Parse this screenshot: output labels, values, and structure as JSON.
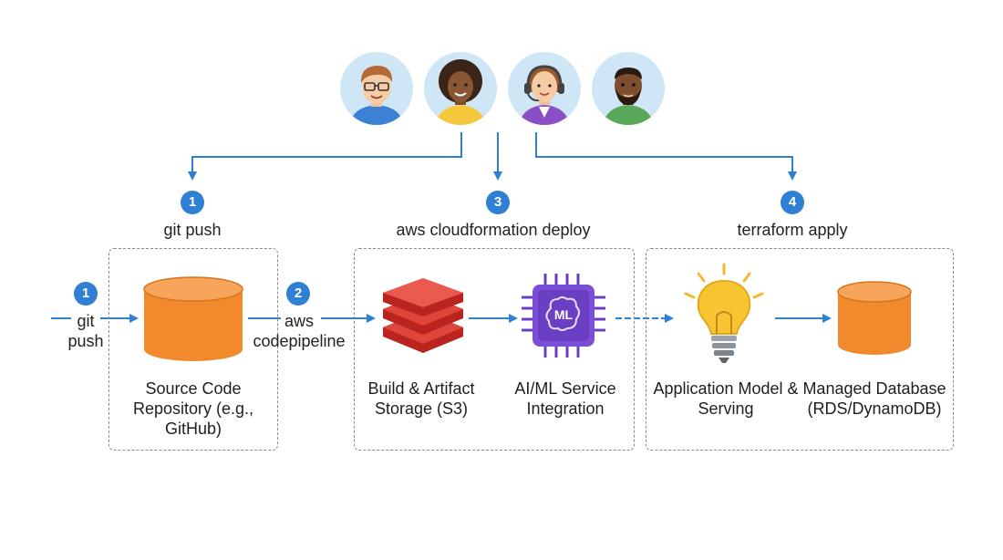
{
  "stages": [
    {
      "badge": "1",
      "command": "git push"
    },
    {
      "badge": "3",
      "command": "aws cloudformation deploy"
    },
    {
      "badge": "4",
      "command": "terraform apply"
    }
  ],
  "inflow": {
    "badge": "1",
    "label": "git push"
  },
  "link": {
    "badge": "2",
    "label": "aws codepipeline"
  },
  "nodes": [
    {
      "icon": "cylinder-database-icon",
      "label": "Source Code Repository (e.g., GitHub)"
    },
    {
      "icon": "stacked-layers-icon",
      "label": "Build & Artifact Storage (S3)"
    },
    {
      "icon": "ml-chip-icon",
      "label": "AI/ML Service Integration",
      "icon_text": "ML"
    },
    {
      "icon": "lightbulb-icon",
      "label": "Application Model & Serving"
    },
    {
      "icon": "cylinder-database-icon",
      "label": "Managed Database (RDS/DynamoDB)"
    }
  ],
  "people": [
    {
      "icon": "person-glasses-icon"
    },
    {
      "icon": "person-curly-hair-icon"
    },
    {
      "icon": "person-headset-icon"
    },
    {
      "icon": "person-beard-icon"
    }
  ],
  "colors": {
    "arrow": "#2f7fd4",
    "badge": "#2f7fd4",
    "orange": "#f08a2c",
    "red": "#d9322b",
    "purple": "#6a3fc4",
    "bulb": "#f7c531"
  }
}
